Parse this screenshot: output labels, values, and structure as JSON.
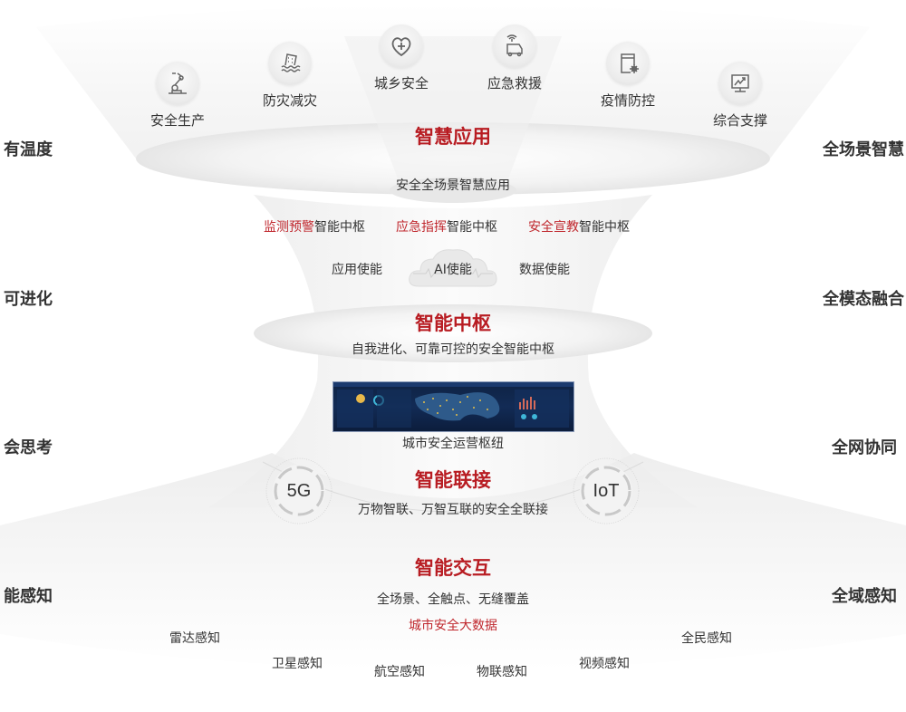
{
  "colors": {
    "accent_red": "#b81c22",
    "highlight_red": "#c0282e",
    "text": "#333333",
    "funnel_gray": "#eeeeee"
  },
  "left_labels": [
    "有温度",
    "可进化",
    "会思考",
    "能感知"
  ],
  "right_labels": [
    "全场景智慧",
    "全模态融合",
    "全网协同",
    "全域感知"
  ],
  "applications": {
    "title": "智慧应用",
    "subtitle": "安全全场景智慧应用",
    "items": [
      {
        "label": "安全生产",
        "icon": "robot-arm-icon"
      },
      {
        "label": "防灾减灾",
        "icon": "flood-building-icon"
      },
      {
        "label": "城乡安全",
        "icon": "heart-plus-icon"
      },
      {
        "label": "应急救援",
        "icon": "signal-truck-icon"
      },
      {
        "label": "疫情防控",
        "icon": "document-virus-icon"
      },
      {
        "label": "综合支撑",
        "icon": "monitor-chart-icon"
      }
    ]
  },
  "hubs": [
    {
      "highlight": "监测预警",
      "rest": "智能中枢"
    },
    {
      "highlight": "应急指挥",
      "rest": "智能中枢"
    },
    {
      "highlight": "安全宣教",
      "rest": "智能中枢"
    }
  ],
  "enablers": {
    "left": "应用使能",
    "center": "AI使能",
    "center_icon": "cloud-brain-icon",
    "right": "数据使能"
  },
  "central": {
    "title": "智能中枢",
    "subtitle": "自我进化、可靠可控的安全智能中枢",
    "screen_caption": "城市安全运营枢纽"
  },
  "connection": {
    "title": "智能联接",
    "subtitle": "万物智联、万智互联的安全全联接",
    "left_badge": "5G",
    "right_badge": "IoT"
  },
  "interaction": {
    "title": "智能交互",
    "subtitle": "全场景、全触点、无缝覆盖",
    "highlight": "城市安全大数据"
  },
  "sensing": [
    "雷达感知",
    "卫星感知",
    "航空感知",
    "物联感知",
    "视频感知",
    "全民感知"
  ]
}
